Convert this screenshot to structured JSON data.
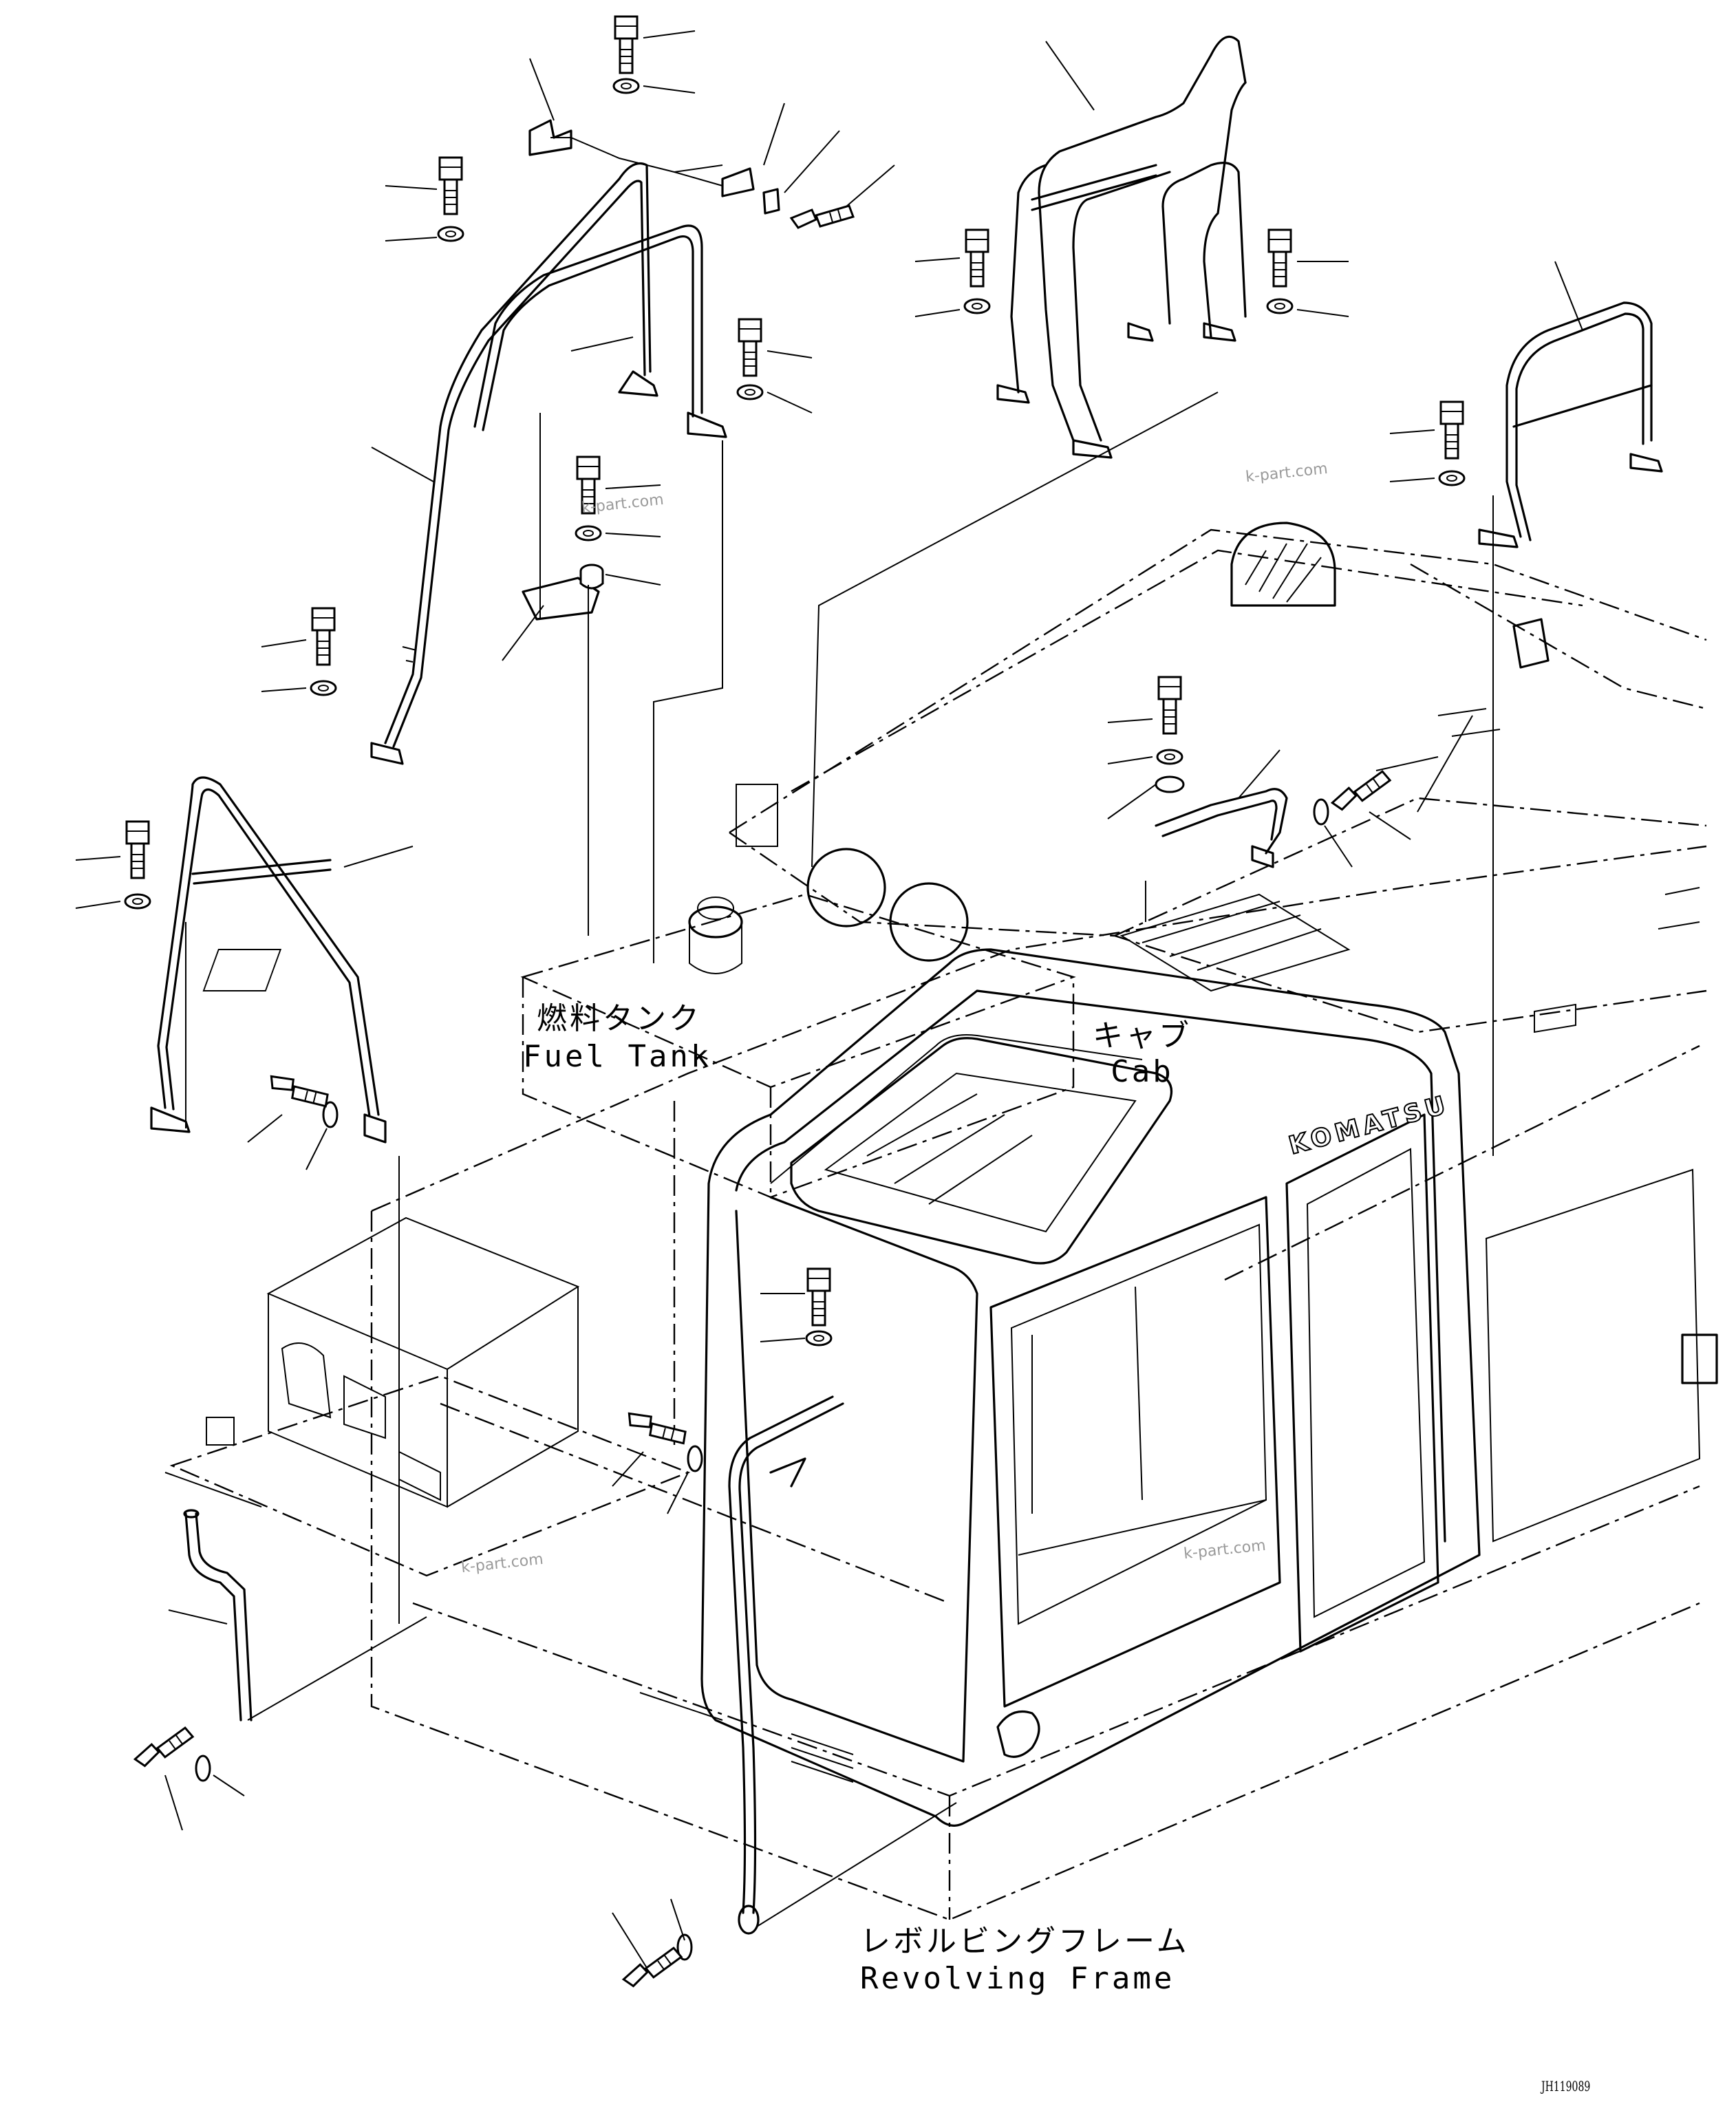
{
  "labels": {
    "fuel_tank_jp": "燃料タンク",
    "fuel_tank_en": "Fuel Tank",
    "cab_jp": "キャブ",
    "cab_en": "Cab",
    "revolving_frame_jp": "レボルビングフレーム",
    "revolving_frame_en": "Revolving Frame",
    "brand": "KOMATSU"
  },
  "drawing_code": "JH119089",
  "watermarks": [
    "k-part.com",
    "k-part.com",
    "k-part.com",
    "k-part.com"
  ]
}
